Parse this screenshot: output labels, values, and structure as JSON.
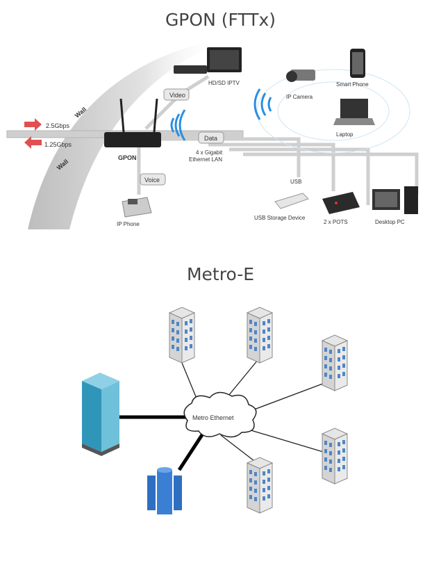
{
  "gpon": {
    "title": "GPON (FTTx)",
    "downstream": "2.5Gbps",
    "upstream": "1.25Gbps",
    "wall_upper": "Wall",
    "wall_lower": "Wall",
    "router": "GPON",
    "tag_video": "Video",
    "tag_data": "Data",
    "tag_voice": "Voice",
    "tag_usb": "USB",
    "lan_line1": "4 x Gigabit",
    "lan_line2": "Ethernet LAN",
    "iptv": "HD/SD IPTV",
    "ip_camera": "IP Camera",
    "smart_phone": "Smart Phone",
    "laptop": "Laptop",
    "ip_phone": "IP Phone",
    "usb_storage": "USB Storage Device",
    "pots": "2 x POTS",
    "desktop": "Desktop PC"
  },
  "metro": {
    "title": "Metro-E",
    "cloud_label": "Metro Ethernet"
  },
  "colors": {
    "pipe": "#d0d0d0",
    "arrow": "#e05050",
    "wifi": "#2a8ee0",
    "building_window": "#4f86c6",
    "tower": "#3fa7c9",
    "database": "#2f6fc2"
  }
}
